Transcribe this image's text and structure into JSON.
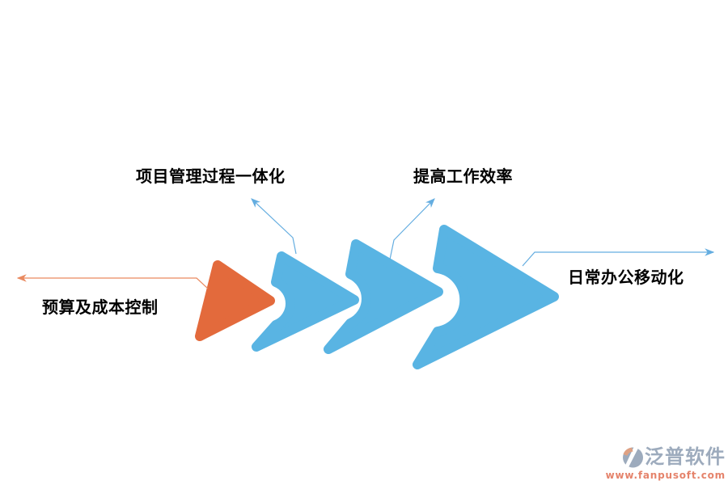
{
  "diagram": {
    "type": "nested-chevron-flow",
    "labels": {
      "process_integration": "项目管理过程一体化",
      "work_efficiency": "提高工作效率",
      "mobile_office": "日常办公移动化",
      "budget_control": "预算及成本控制"
    },
    "colors": {
      "shape_orange": "#e36a3c",
      "shape_blue": "#59b4e3",
      "line_blue": "#64ade0",
      "line_orange": "#e9895f",
      "label_text": "#000000"
    },
    "steps": [
      {
        "shape": "triangle",
        "color": "#e36a3c",
        "label": "预算及成本控制"
      },
      {
        "shape": "chevron",
        "color": "#59b4e3",
        "label": "项目管理过程一体化"
      },
      {
        "shape": "chevron",
        "color": "#59b4e3",
        "label": "提高工作效率"
      },
      {
        "shape": "chevron",
        "color": "#59b4e3",
        "label": "日常办公移动化"
      }
    ]
  },
  "watermark": {
    "brand": "泛普软件",
    "url": "www.fanpusoft.com",
    "brand_color": "#9dabbd",
    "url_color": "#e5836b",
    "logo_accent": "#dfa183"
  }
}
